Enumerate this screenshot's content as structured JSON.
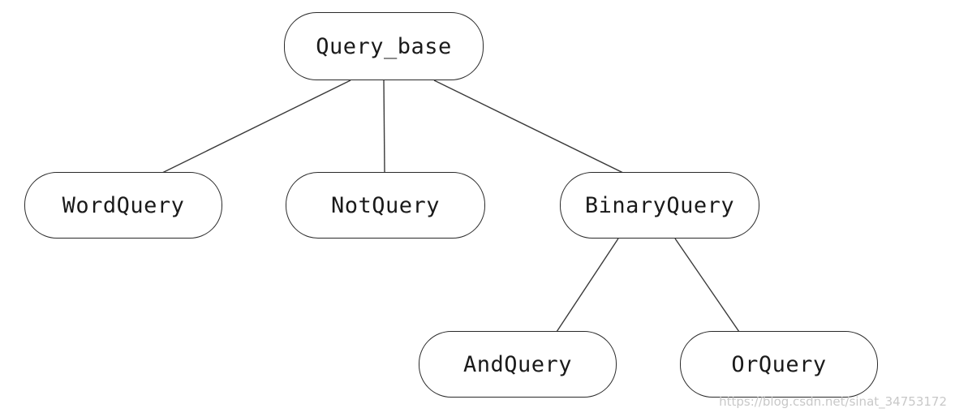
{
  "nodes": {
    "query_base": "Query_base",
    "word_query": "WordQuery",
    "not_query": "NotQuery",
    "binary_query": "BinaryQuery",
    "and_query": "AndQuery",
    "or_query": "OrQuery"
  },
  "edges": [
    [
      "Query_base",
      "WordQuery"
    ],
    [
      "Query_base",
      "NotQuery"
    ],
    [
      "Query_base",
      "BinaryQuery"
    ],
    [
      "BinaryQuery",
      "AndQuery"
    ],
    [
      "BinaryQuery",
      "OrQuery"
    ]
  ],
  "watermark": "https://blog.csdn.net/sinat_34753172"
}
